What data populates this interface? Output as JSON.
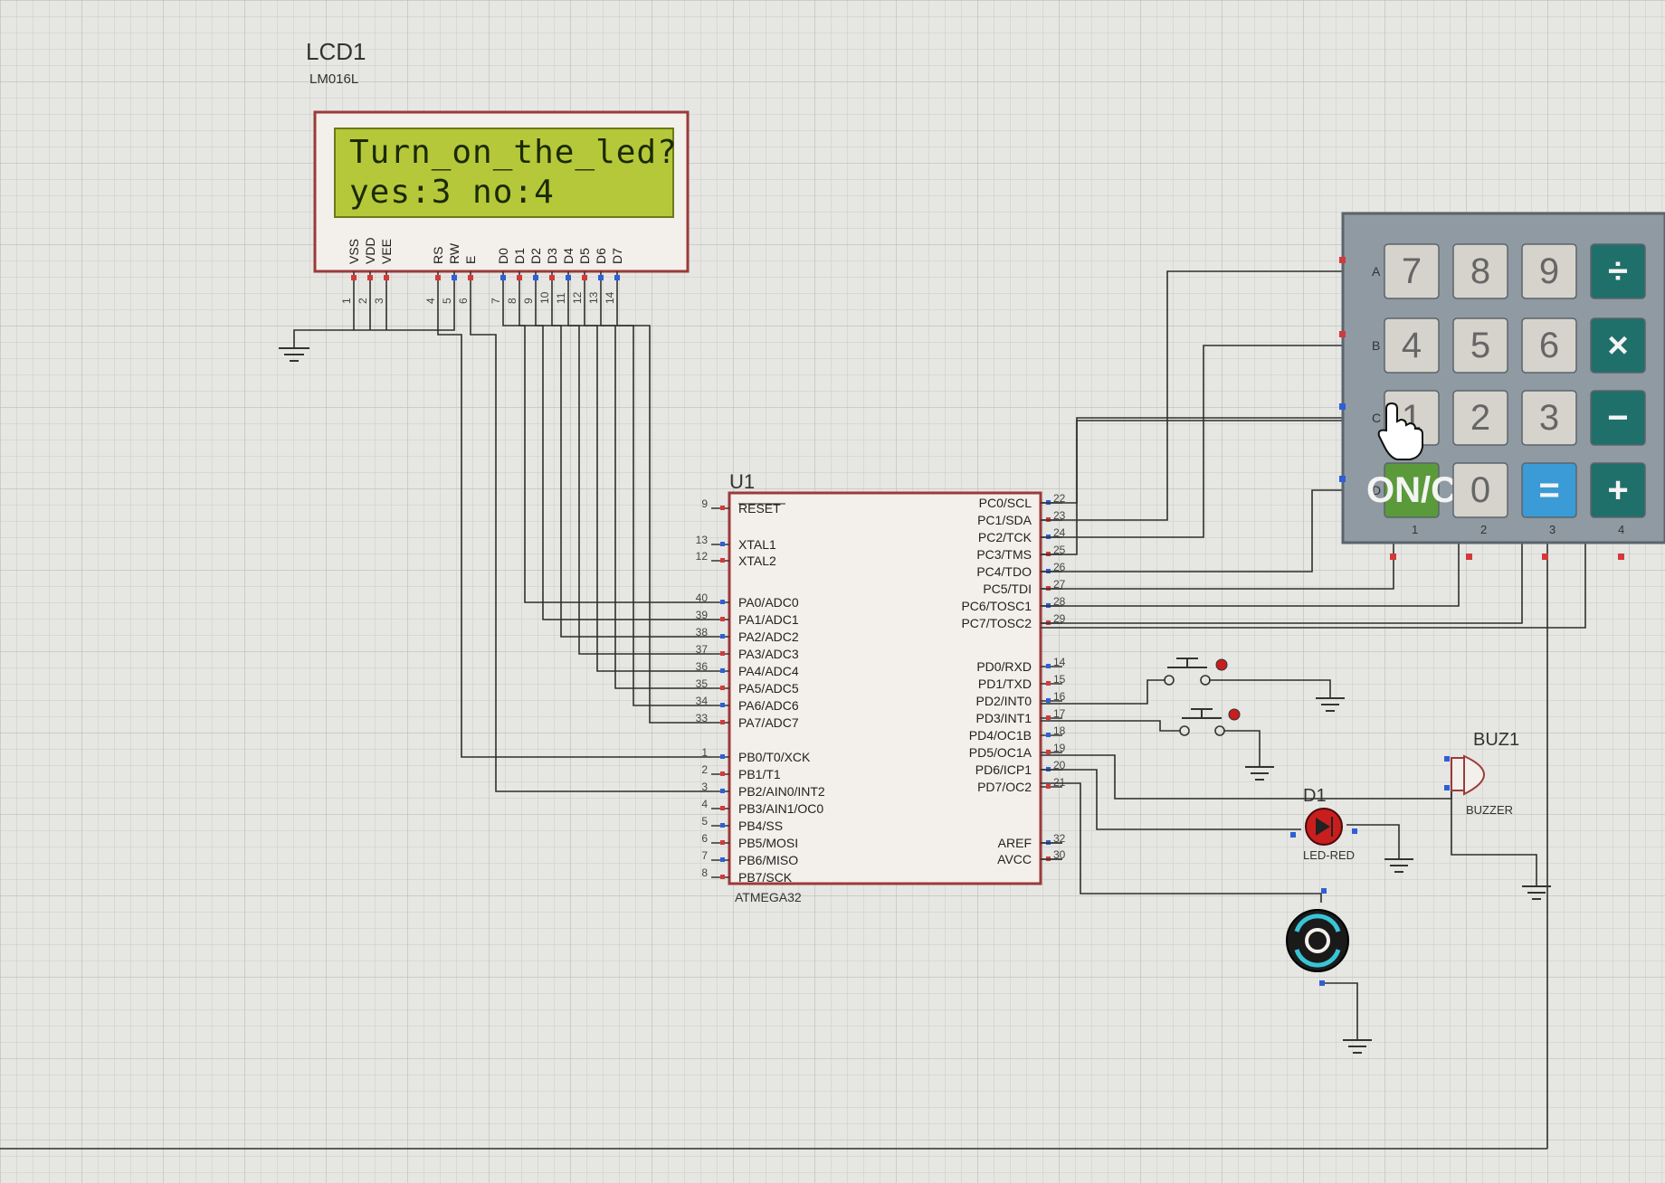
{
  "lcd": {
    "ref": "LCD1",
    "model": "LM016L",
    "line1": "Turn_on_the_led?",
    "line2": "yes:3    no:4",
    "pin_labels": [
      "VSS",
      "VDD",
      "VEE",
      "RS",
      "RW",
      "E",
      "D0",
      "D1",
      "D2",
      "D3",
      "D4",
      "D5",
      "D6",
      "D7"
    ],
    "pin_numbers": [
      "1",
      "2",
      "3",
      "4",
      "5",
      "6",
      "7",
      "8",
      "9",
      "10",
      "11",
      "12",
      "13",
      "14"
    ]
  },
  "mcu": {
    "ref": "U1",
    "part": "ATMEGA32",
    "left_pins": [
      {
        "name": "RESET",
        "num": "9"
      },
      {
        "name": "XTAL1",
        "num": "13"
      },
      {
        "name": "XTAL2",
        "num": "12"
      },
      {
        "name": "PA0/ADC0",
        "num": "40"
      },
      {
        "name": "PA1/ADC1",
        "num": "39"
      },
      {
        "name": "PA2/ADC2",
        "num": "38"
      },
      {
        "name": "PA3/ADC3",
        "num": "37"
      },
      {
        "name": "PA4/ADC4",
        "num": "36"
      },
      {
        "name": "PA5/ADC5",
        "num": "35"
      },
      {
        "name": "PA6/ADC6",
        "num": "34"
      },
      {
        "name": "PA7/ADC7",
        "num": "33"
      },
      {
        "name": "PB0/T0/XCK",
        "num": "1"
      },
      {
        "name": "PB1/T1",
        "num": "2"
      },
      {
        "name": "PB2/AIN0/INT2",
        "num": "3"
      },
      {
        "name": "PB3/AIN1/OC0",
        "num": "4"
      },
      {
        "name": "PB4/SS",
        "num": "5"
      },
      {
        "name": "PB5/MOSI",
        "num": "6"
      },
      {
        "name": "PB6/MISO",
        "num": "7"
      },
      {
        "name": "PB7/SCK",
        "num": "8"
      }
    ],
    "right_pins": [
      {
        "name": "PC0/SCL",
        "num": "22"
      },
      {
        "name": "PC1/SDA",
        "num": "23"
      },
      {
        "name": "PC2/TCK",
        "num": "24"
      },
      {
        "name": "PC3/TMS",
        "num": "25"
      },
      {
        "name": "PC4/TDO",
        "num": "26"
      },
      {
        "name": "PC5/TDI",
        "num": "27"
      },
      {
        "name": "PC6/TOSC1",
        "num": "28"
      },
      {
        "name": "PC7/TOSC2",
        "num": "29"
      },
      {
        "name": "PD0/RXD",
        "num": "14"
      },
      {
        "name": "PD1/TXD",
        "num": "15"
      },
      {
        "name": "PD2/INT0",
        "num": "16"
      },
      {
        "name": "PD3/INT1",
        "num": "17"
      },
      {
        "name": "PD4/OC1B",
        "num": "18"
      },
      {
        "name": "PD5/OC1A",
        "num": "19"
      },
      {
        "name": "PD6/ICP1",
        "num": "20"
      },
      {
        "name": "PD7/OC2",
        "num": "21"
      },
      {
        "name": "AREF",
        "num": "32"
      },
      {
        "name": "AVCC",
        "num": "30"
      }
    ]
  },
  "keypad": {
    "rows": [
      "A",
      "B",
      "C",
      "D"
    ],
    "cols": [
      "1",
      "2",
      "3",
      "4"
    ],
    "keys": [
      [
        "7",
        "8",
        "9",
        "÷"
      ],
      [
        "4",
        "5",
        "6",
        "×"
      ],
      [
        "1",
        "2",
        "3",
        "−"
      ],
      [
        "ON/C",
        "0",
        "=",
        "+"
      ]
    ]
  },
  "buzzer": {
    "ref": "BUZ1",
    "type": "BUZZER"
  },
  "led": {
    "ref": "D1",
    "type": "LED-RED"
  },
  "colors": {
    "grid_bg": "#e6e6e3",
    "grid_line": "#c9c9c6",
    "component_border": "#9b3a3a",
    "component_fill": "#f3efea",
    "lcd_screen": "#b5c83a",
    "keypad_body": "#8f9aa3",
    "key_gray": "#d6d3cc",
    "key_teal": "#1f6f6a",
    "key_blue": "#3a9bd6",
    "key_green": "#5a9a3a",
    "pin_red": "#d23a3a",
    "pin_blue": "#2f5fd6",
    "led_red": "#c81e1e"
  },
  "icons": [
    "ground-symbol-icon",
    "push-button-icon",
    "buzzer-icon",
    "led-icon",
    "motor-icon",
    "hand-cursor-icon"
  ]
}
